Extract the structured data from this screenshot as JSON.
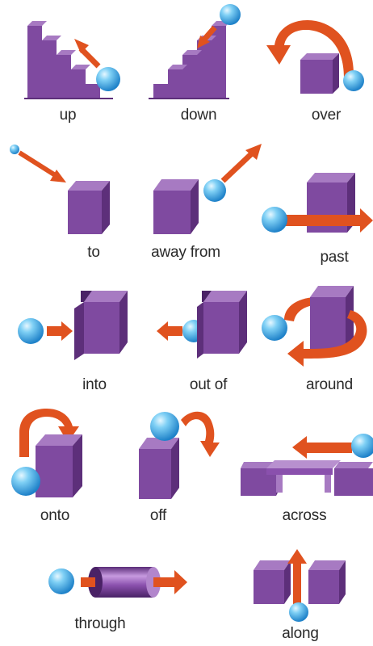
{
  "labels": {
    "up": "up",
    "down": "down",
    "over": "over",
    "to": "to",
    "away_from": "away from",
    "past": "past",
    "into": "into",
    "out_of": "out of",
    "around": "around",
    "onto": "onto",
    "off": "off",
    "across": "across",
    "through": "through",
    "along": "along"
  },
  "colors": {
    "cube_front": "#7f4aa0",
    "cube_top": "#a77ac2",
    "cube_side": "#5d2f7a",
    "arrow": "#e0521f",
    "ball": "#3fa9e0",
    "ball_highlight": "#d7f1ff"
  }
}
